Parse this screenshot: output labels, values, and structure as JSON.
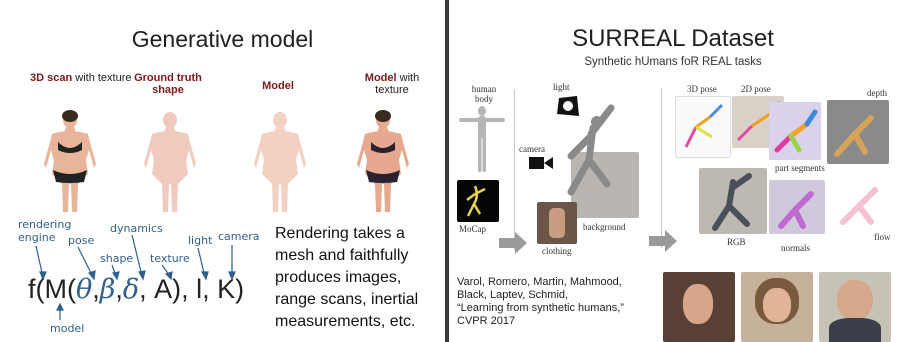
{
  "left": {
    "title": "Generative model",
    "captions": [
      {
        "strong": "3D scan",
        "rest": " with texture"
      },
      {
        "strong": "Ground truth shape",
        "rest": ""
      },
      {
        "strong": "Model",
        "rest": ""
      },
      {
        "strong": "Model",
        "rest": " with texture"
      }
    ],
    "labels": {
      "rendering_engine": "rendering engine",
      "pose": "pose",
      "dynamics": "dynamics",
      "shape": "shape",
      "texture": "texture",
      "light": "light",
      "camera": "camera",
      "model": "model"
    },
    "formula": {
      "f": "f(M(",
      "theta": "θ",
      "comma1": ",",
      "beta": "β",
      "comma2": ",",
      "delta": "δ",
      "rest": ", A), l, K)"
    },
    "description": [
      "Rendering takes a",
      "mesh and faithfully",
      "produces images,",
      "range scans, inertial",
      "measurements, etc."
    ]
  },
  "right": {
    "title": "SURREAL Dataset",
    "subtitle": "Synthetic hUmans foR REAL tasks",
    "labels": {
      "human_body": "human body",
      "light": "light",
      "camera": "camera",
      "mocap": "MoCap",
      "clothing": "clothing",
      "background": "background",
      "pose3d": "3D pose",
      "pose2d": "2D pose",
      "depth": "depth",
      "part_segments": "part segments",
      "rgb": "RGB",
      "normals": "normals",
      "flow": "flow"
    },
    "citation": [
      "Varol, Romero, Martin, Mahmood,",
      "Black, Laptev, Schmid,",
      "“Learning from synthetic humans,”",
      "CVPR 2017"
    ]
  }
}
